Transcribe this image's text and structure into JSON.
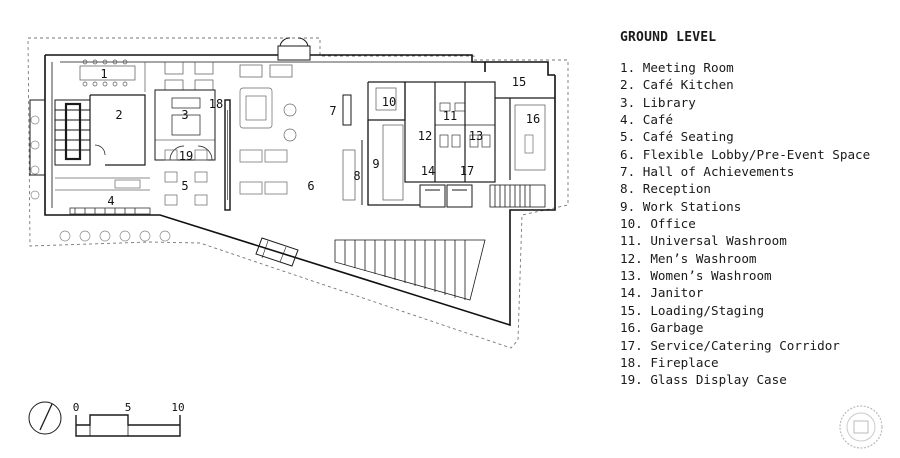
{
  "legend": {
    "title": "GROUND LEVEL",
    "items": [
      "1.  Meeting Room",
      "2.  Café Kitchen",
      "3.  Library",
      "4.  Café",
      "5.  Café Seating",
      "6.  Flexible Lobby/Pre-Event Space",
      "7.  Hall of Achievements",
      "8.  Reception",
      "9.  Work Stations",
      "10. Office",
      "11. Universal Washroom",
      "12. Men’s Washroom",
      "13. Women’s Washroom",
      "14. Janitor",
      "15. Loading/Staging",
      "16. Garbage",
      "17. Service/Catering Corridor",
      "18. Fireplace",
      "19. Glass Display Case"
    ]
  },
  "room_labels": {
    "r1": "1",
    "r2": "2",
    "r3": "3",
    "r4": "4",
    "r5": "5",
    "r6": "6",
    "r7": "7",
    "r8": "8",
    "r9": "9",
    "r10": "10",
    "r11": "11",
    "r12": "12",
    "r13": "13",
    "r14": "14",
    "r15": "15",
    "r16": "16",
    "r17": "17",
    "r18": "18",
    "r19": "19"
  },
  "scale": {
    "tick0": "0",
    "tick5": "5",
    "tick10": "10"
  },
  "colors": {
    "line": "#1a1a1a",
    "wall": "#111111",
    "dash": "#666666"
  },
  "icons": {
    "north": "north-arrow-icon",
    "watermark": "watermark-seal-icon"
  }
}
